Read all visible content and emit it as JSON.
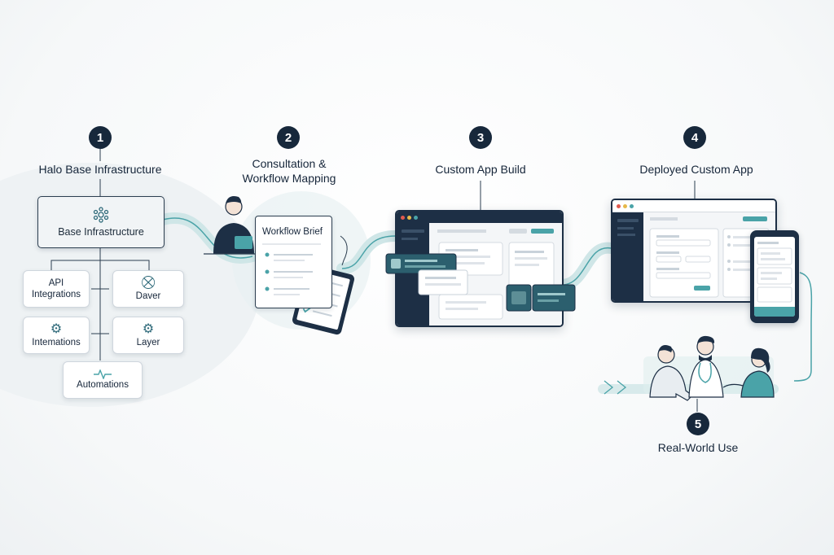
{
  "steps": [
    {
      "number": "1",
      "title": "Halo Base Infrastructure"
    },
    {
      "number": "2",
      "title_line1": "Consultation &",
      "title_line2": "Workflow Mapping"
    },
    {
      "number": "3",
      "title": "Custom App Build"
    },
    {
      "number": "4",
      "title": "Deployed Custom App"
    },
    {
      "number": "5",
      "title": "Real-World Use"
    }
  ],
  "infrastructure": {
    "base_label": "Base Infrastructure",
    "modules": [
      {
        "line1": "API",
        "line2": "Integrations",
        "icon": ""
      },
      {
        "line1": "Daver",
        "line2": "",
        "icon": "database-icon"
      },
      {
        "line1": "Intemations",
        "line2": "",
        "icon": "gear-icon"
      },
      {
        "line1": "Layer",
        "line2": "",
        "icon": "gear-icon"
      },
      {
        "line1": "Automations",
        "line2": "",
        "icon": "pulse-icon"
      }
    ]
  },
  "workflow_brief": {
    "title": "Workflow Brief"
  },
  "colors": {
    "navy": "#17283b",
    "teal": "#4aa3a8",
    "teal_light": "#cfe6e7",
    "line": "#2c3e50"
  }
}
